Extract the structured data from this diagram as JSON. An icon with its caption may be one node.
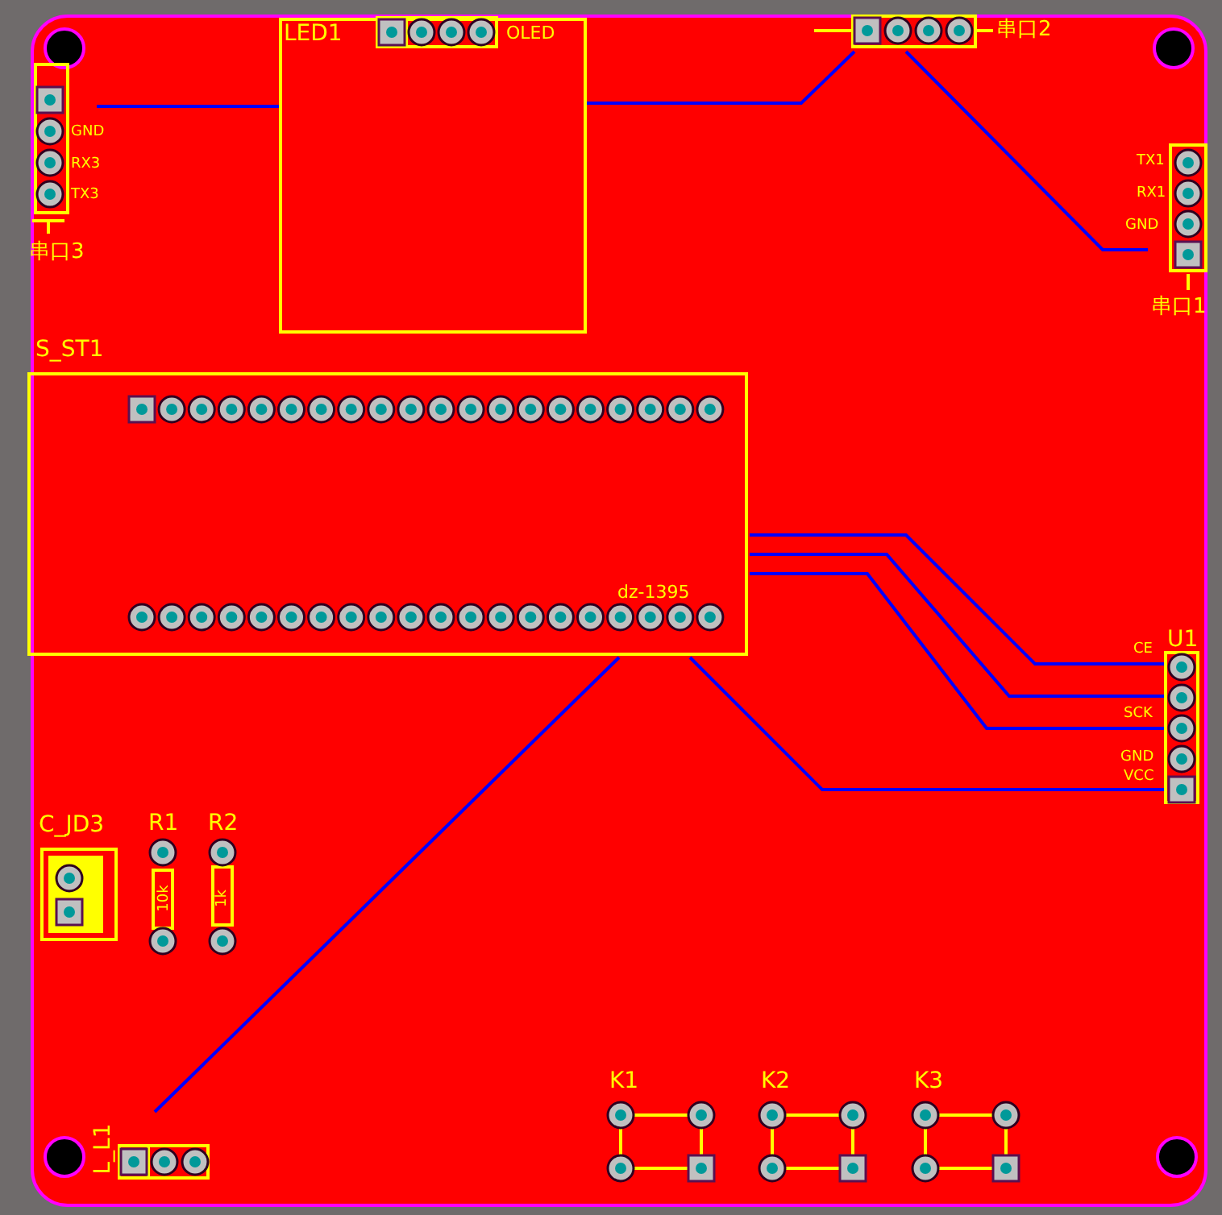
{
  "diagram": {
    "nodes": [
      {
        "text": [
          "LED1",
          "OLED"
        ]
      },
      {
        "text": [
          "串口3"
        ],
        "beside": [
          "GND",
          "RX3",
          "TX3"
        ]
      },
      {
        "text": [
          "串口2"
        ]
      },
      {
        "text": [
          "串口1"
        ],
        "beside": [
          "TX1",
          "RX1",
          "GND"
        ]
      },
      {
        "text": [
          "S_ST1",
          "dz-1395"
        ]
      },
      {
        "text": [
          "U1"
        ],
        "beside": [
          "CE",
          "SCK",
          "GND",
          "VCC"
        ]
      },
      {
        "text": [
          "C_JD3"
        ]
      },
      {
        "text": [
          "R1"
        ]
      },
      {
        "text": [
          "R2"
        ]
      },
      {
        "text": [
          "L_L1"
        ]
      },
      {
        "text": [
          "K1"
        ]
      },
      {
        "text": [
          "K2"
        ]
      },
      {
        "text": [
          "K3"
        ]
      }
    ],
    "edges": [
      {
        "from": 0,
        "to": 1,
        "arrow": "none"
      },
      {
        "from": 0,
        "to": 2,
        "arrow": "none"
      },
      {
        "from": 2,
        "to": 3,
        "arrow": "none"
      },
      {
        "from": 4,
        "to": 5,
        "arrow": "none"
      },
      {
        "from": 4,
        "to": 5,
        "arrow": "none"
      },
      {
        "from": 4,
        "to": 5,
        "arrow": "none"
      },
      {
        "from": 4,
        "to": 5,
        "arrow": "none"
      },
      {
        "from": 4,
        "to": 9,
        "arrow": "none"
      }
    ],
    "labels": [
      "10k",
      "1k"
    ]
  }
}
